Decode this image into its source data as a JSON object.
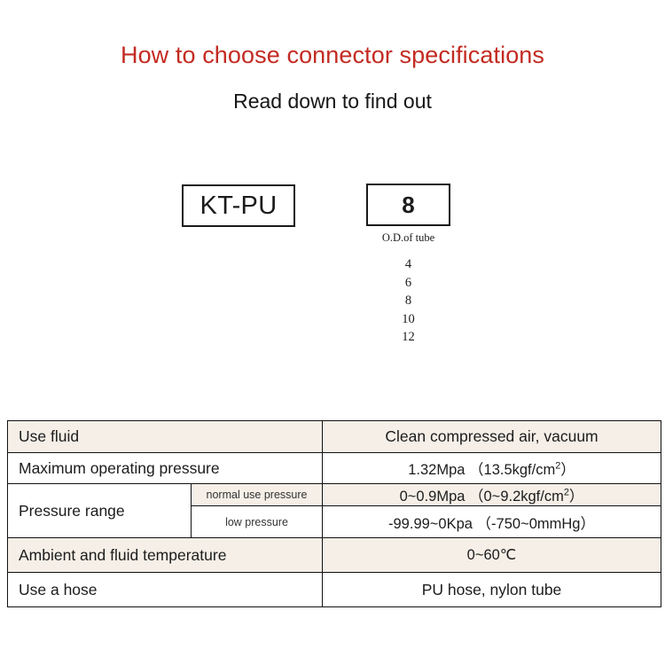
{
  "header": {
    "title": "How to choose connector specifications",
    "subtitle": "Read down to find out"
  },
  "part_code": {
    "series_box_value": "KT-PU",
    "size_box_value": "8",
    "size_caption": "O.D.of tube",
    "size_options": [
      "4",
      "6",
      "8",
      "10",
      "12"
    ]
  },
  "spec_table": {
    "rows": [
      {
        "label": "Use fluid",
        "sub_label": null,
        "value": "Clean compressed air, vacuum",
        "shaded": true
      },
      {
        "label": "Maximum operating pressure",
        "sub_label": null,
        "value_prefix": "1.32Mpa （13.5kgf/cm",
        "value_sup": "2",
        "value_suffix": "）",
        "shaded": false
      },
      {
        "label": "Pressure range",
        "sub_label": "normal use pressure",
        "value_prefix": "0~0.9Mpa （0~9.2kgf/cm",
        "value_sup": "2",
        "value_suffix": "）",
        "shaded": true
      },
      {
        "label": null,
        "sub_label": "low pressure",
        "value": "-99.99~0Kpa （-750~0mmHg）",
        "shaded": false
      },
      {
        "label": "Ambient and fluid temperature",
        "sub_label": null,
        "value": "0~60℃",
        "shaded": true
      },
      {
        "label": "Use a hose",
        "sub_label": null,
        "value": "PU hose, nylon tube",
        "shaded": false
      }
    ]
  },
  "colors": {
    "title_red": "#c32b22",
    "row_shade": "#f5efe7",
    "border": "#111111"
  }
}
